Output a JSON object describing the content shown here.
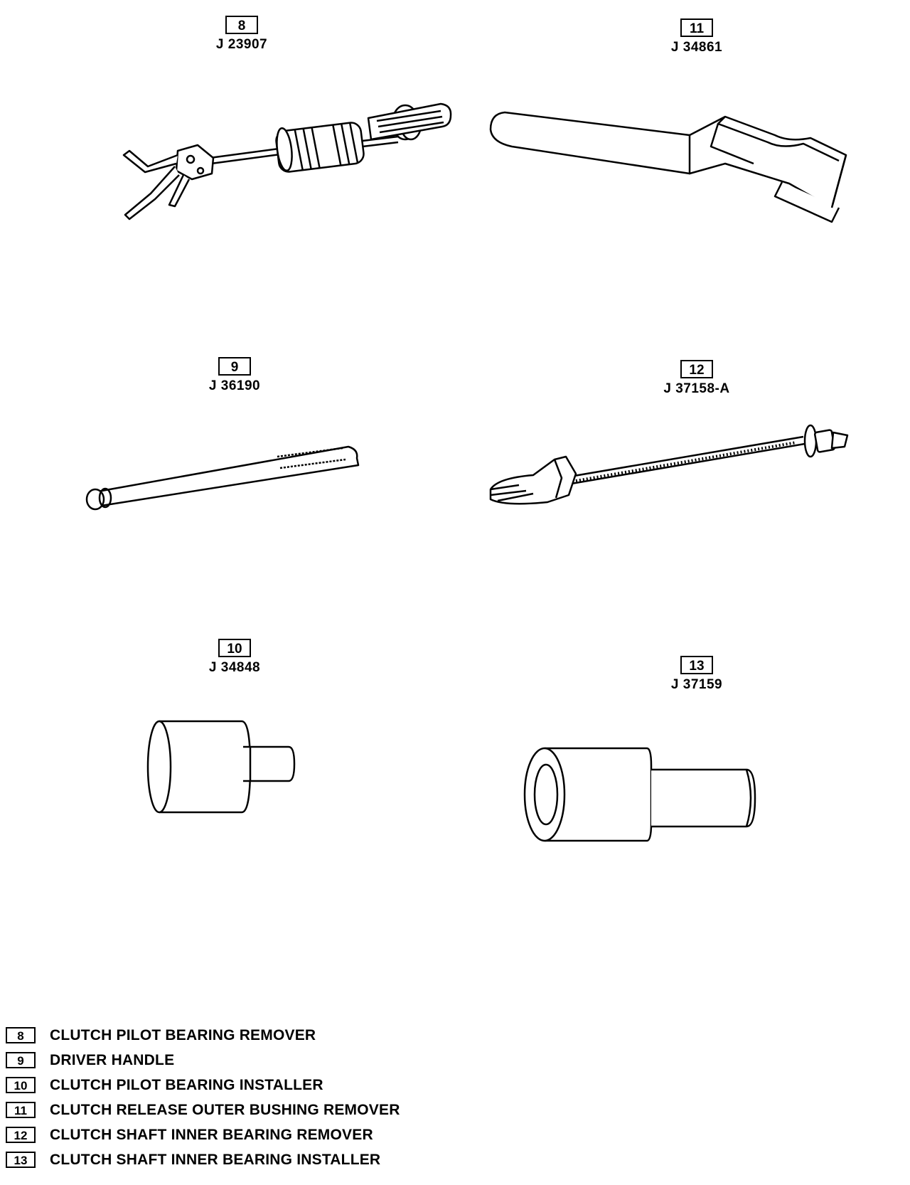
{
  "tools": [
    {
      "key": "t8",
      "number": "8",
      "part_no": "J 23907"
    },
    {
      "key": "t11",
      "number": "11",
      "part_no": "J 34861"
    },
    {
      "key": "t9",
      "number": "9",
      "part_no": "J 36190"
    },
    {
      "key": "t12",
      "number": "12",
      "part_no": "J 37158-A"
    },
    {
      "key": "t10",
      "number": "10",
      "part_no": "J 34848"
    },
    {
      "key": "t13",
      "number": "13",
      "part_no": "J 37159"
    }
  ],
  "legend": [
    {
      "number": "8",
      "label": "CLUTCH PILOT BEARING REMOVER"
    },
    {
      "number": "9",
      "label": "DRIVER HANDLE"
    },
    {
      "number": "10",
      "label": "CLUTCH PILOT BEARING INSTALLER"
    },
    {
      "number": "11",
      "label": "CLUTCH RELEASE OUTER BUSHING REMOVER"
    },
    {
      "number": "12",
      "label": "CLUTCH SHAFT INNER BEARING REMOVER"
    },
    {
      "number": "13",
      "label": "CLUTCH SHAFT INNER BEARING INSTALLER"
    }
  ]
}
